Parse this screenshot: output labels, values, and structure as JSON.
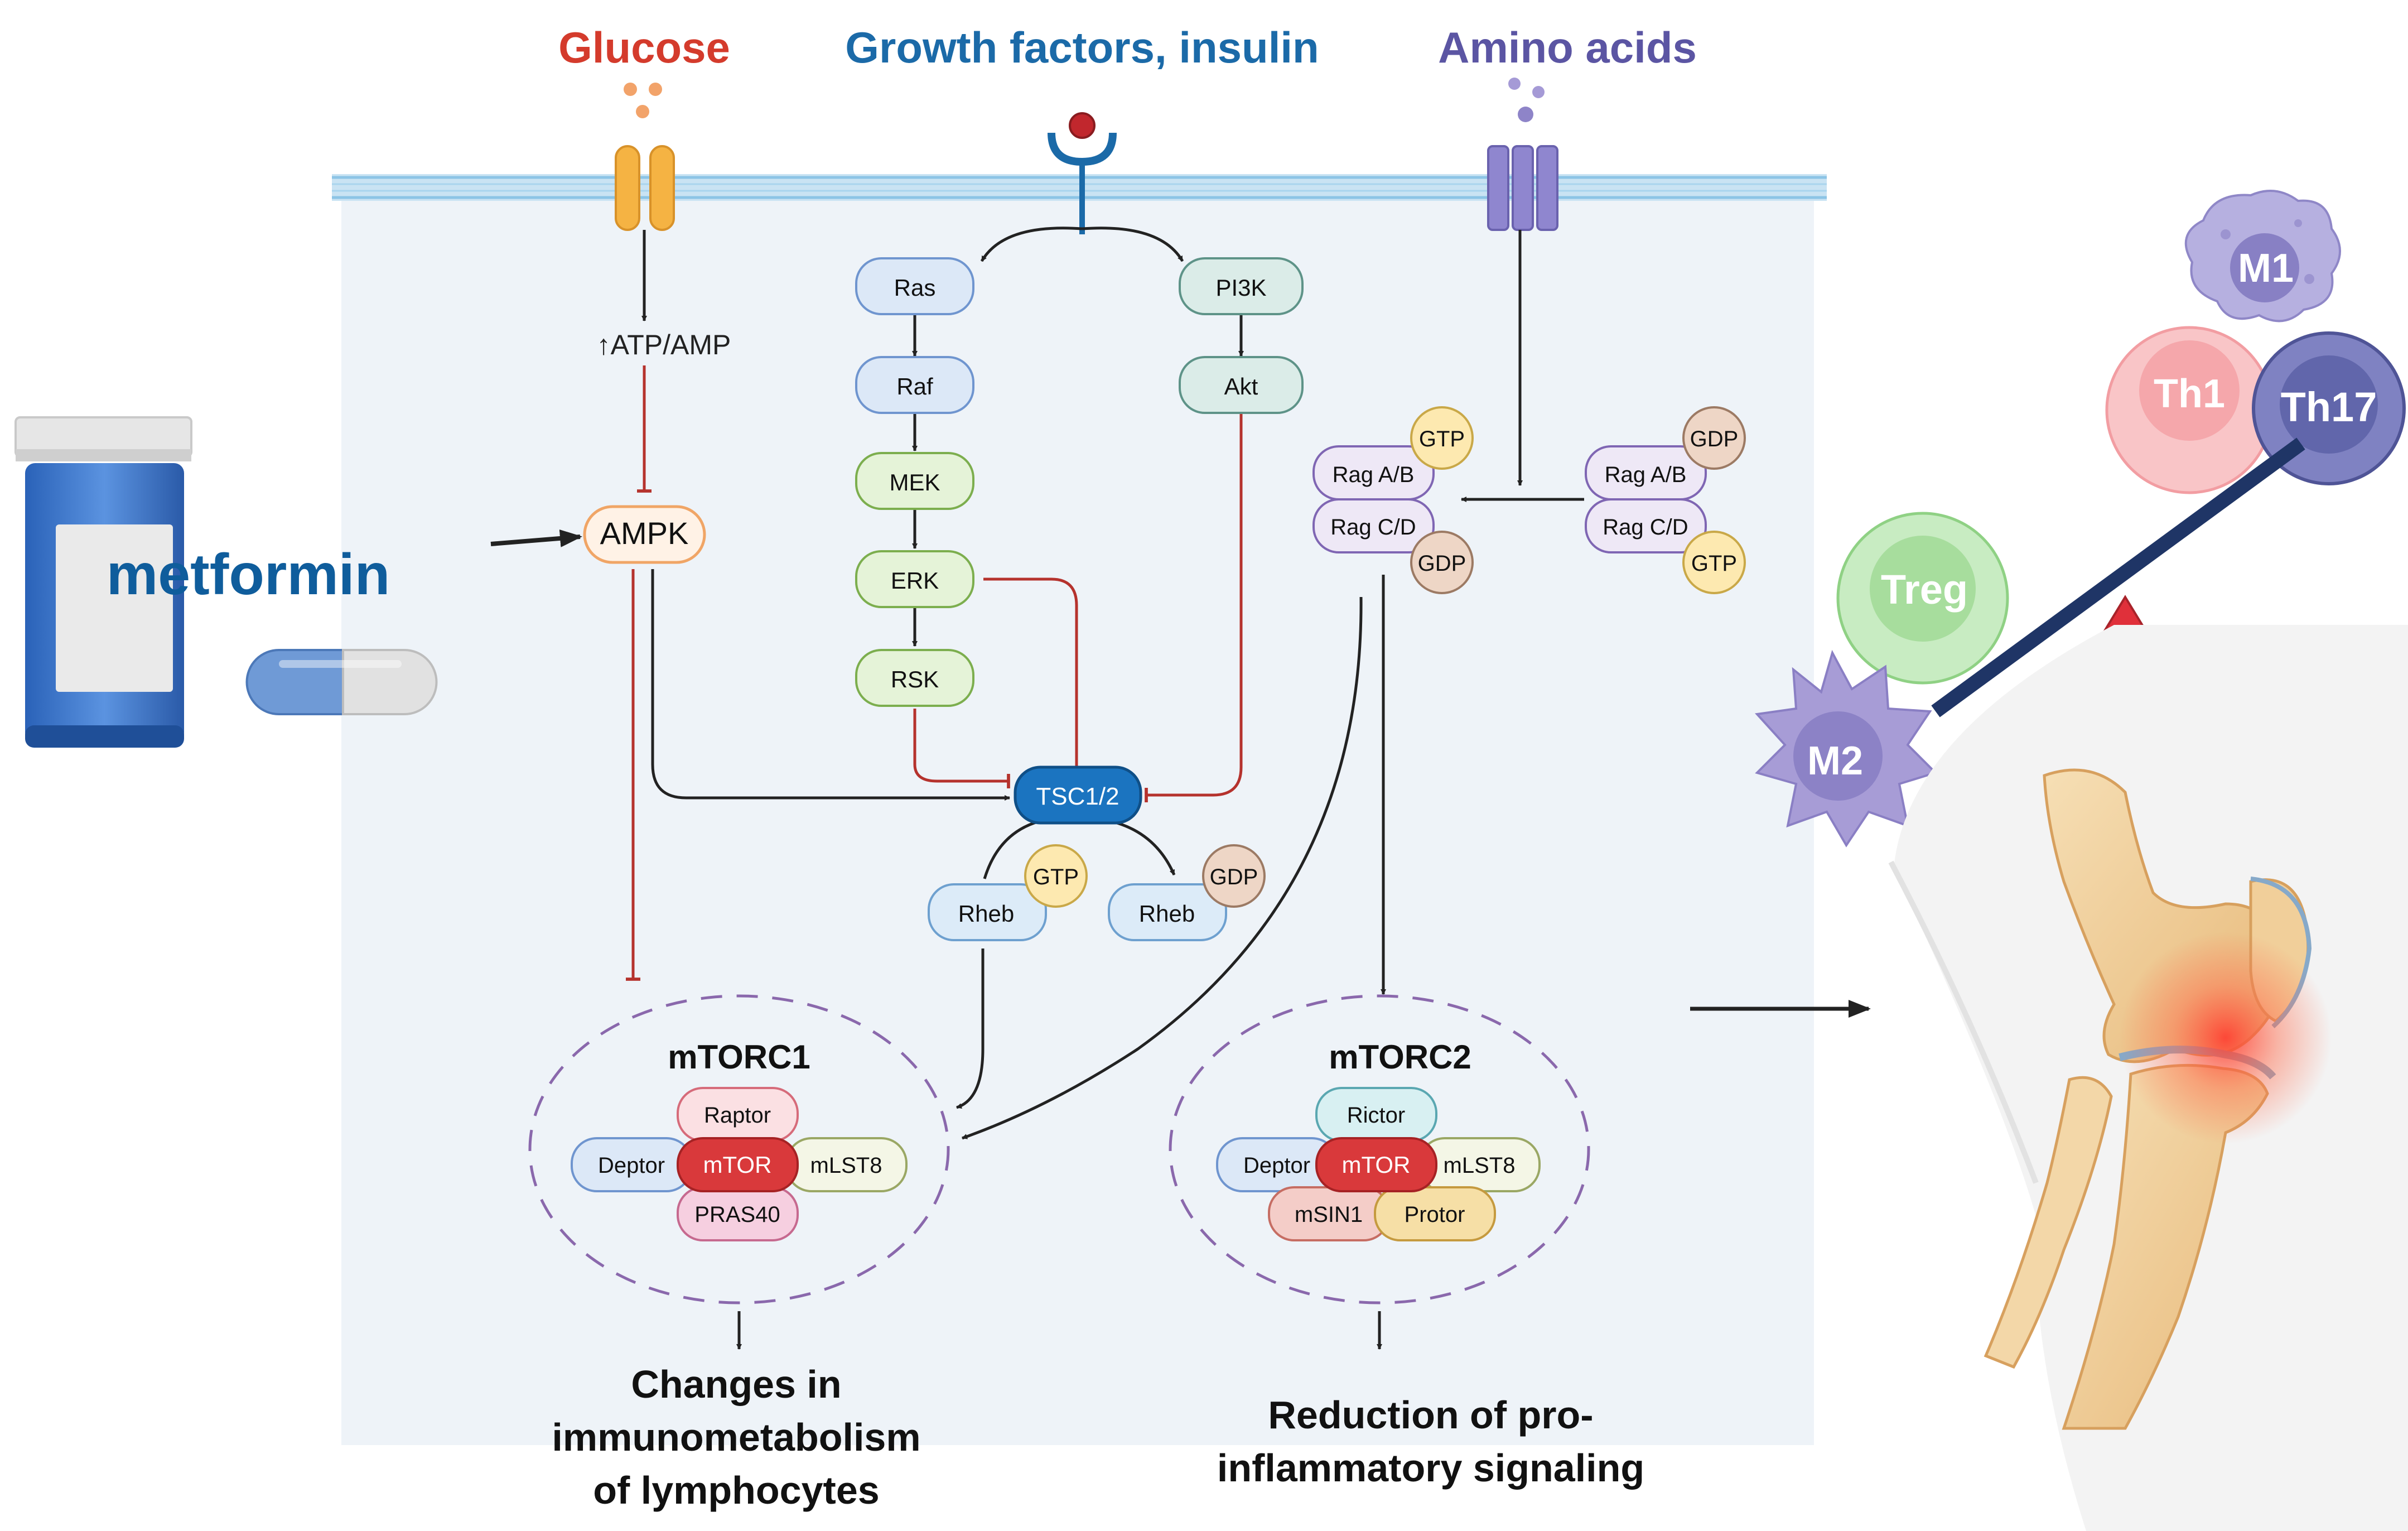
{
  "inputs": {
    "glucose": "Glucose",
    "growth": "Growth factors, insulin",
    "amino": "Amino acids"
  },
  "colors": {
    "glucose": "#d43b2c",
    "growth": "#1b6aa8",
    "amino": "#5b55a3",
    "metformin": "#0f5d9c",
    "inhibit": "#b5322d",
    "mtor": "#d9393b",
    "tsc": "#1b74c0"
  },
  "drug": {
    "label": "metformin"
  },
  "nodes": {
    "atp_amp": "↑ATP/AMP",
    "ampk": "AMPK",
    "ras": "Ras",
    "raf": "Raf",
    "mek": "MEK",
    "erk": "ERK",
    "rsk": "RSK",
    "pi3k": "PI3K",
    "akt": "Akt",
    "tsc": "TSC1/2",
    "rheb": "Rheb",
    "gtp": "GTP",
    "gdp": "GDP",
    "rag_ab": "Rag A/B",
    "rag_cd": "Rag C/D"
  },
  "mtorc1": {
    "title": "mTORC1",
    "raptor": "Raptor",
    "deptor": "Deptor",
    "mtor": "mTOR",
    "mlst8": "mLST8",
    "pras40": "PRAS40",
    "outcome": [
      "Changes in",
      "immunometabolism",
      "of lymphocytes"
    ]
  },
  "mtorc2": {
    "title": "mTORC2",
    "rictor": "Rictor",
    "deptor": "Deptor",
    "mtor": "mTOR",
    "mlst8": "mLST8",
    "msin1": "mSIN1",
    "protor": "Protor",
    "outcome": [
      "Reduction of pro-",
      "inflammatory signaling"
    ]
  },
  "cells": {
    "m1": "M1",
    "th1": "Th1",
    "th17": "Th17",
    "treg": "Treg",
    "m2": "M2"
  }
}
